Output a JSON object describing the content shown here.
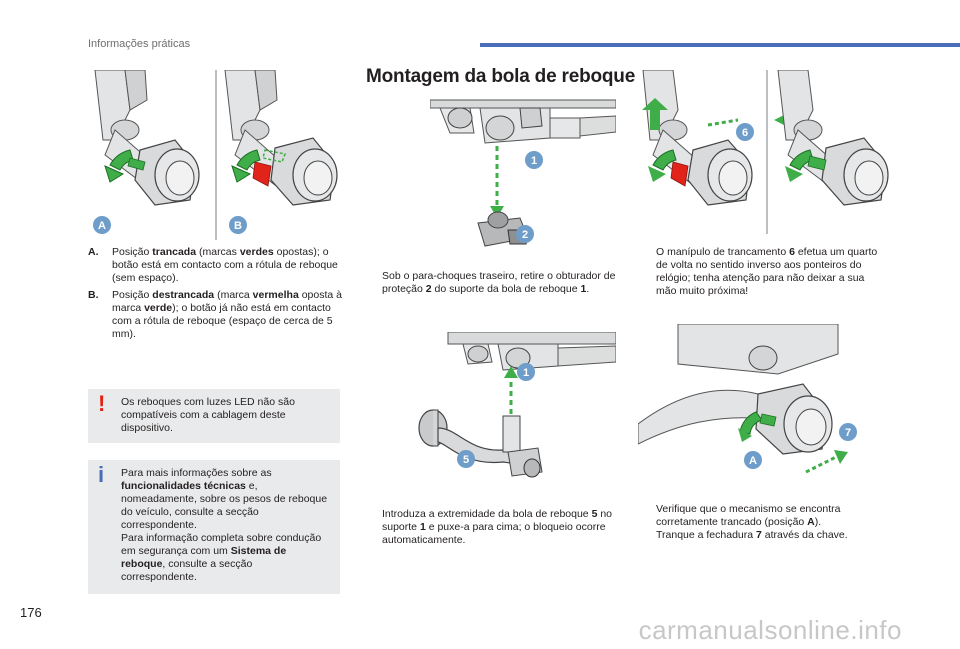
{
  "header": {
    "title": "Informações práticas"
  },
  "page_number": "176",
  "watermark": "carmanualsonline.info",
  "section_title": "Montagem da bola de reboque",
  "figures": {
    "fig_left": {
      "labels": [
        "A",
        "B"
      ]
    },
    "fig_mid_top": {
      "labels": [
        "1",
        "2"
      ]
    },
    "fig_mid_bottom": {
      "labels": [
        "1",
        "5"
      ]
    },
    "fig_right_top": {
      "labels": [
        "6"
      ]
    },
    "fig_right_bottom": {
      "labels": [
        "7",
        "A"
      ]
    }
  },
  "legend": {
    "a": {
      "key": "A.",
      "p1": "Posição ",
      "b1": "trancada",
      "p2": " (marcas ",
      "b2": "verdes",
      "p3": " opostas); o botão está em contacto com a rótula de reboque (sem espaço)."
    },
    "b": {
      "key": "B.",
      "p1": "Posição ",
      "b1": "destrancada",
      "p2": " (marca ",
      "b2": "vermelha",
      "p3": " oposta à marca ",
      "b3": "verde",
      "p4": "); o botão já não está em contacto com a rótula de reboque (espaço de cerca de 5 mm)."
    }
  },
  "warning_note": {
    "icon": "!",
    "text": "Os reboques com luzes LED não são compatíveis com a cablagem deste dispositivo."
  },
  "info_note": {
    "icon": "i",
    "p1": "Para mais informações sobre as ",
    "b1": "funcionalidades técnicas",
    "p2": " e, nomeadamente, sobre os pesos de reboque do veículo, consulte a secção correspondente.",
    "p3": "Para informação completa sobre condução em segurança com um ",
    "b2": "Sistema de reboque",
    "p4": ", consulte a secção correspondente."
  },
  "steps": {
    "bullet": "",
    "s1": {
      "p1": "Sob o para-choques traseiro, retire o obturador de proteção ",
      "b1": "2",
      "p2": " do suporte da bola de reboque ",
      "b2": "1",
      "p3": "."
    },
    "s2": {
      "p1": "Introduza a extremidade da bola de reboque ",
      "b1": "5",
      "p2": " no suporte ",
      "b2": "1",
      "p3": " e puxe-a para cima; o bloqueio ocorre automaticamente."
    },
    "s3": {
      "p1": "O manípulo de trancamento ",
      "b1": "6",
      "p2": " efetua um quarto de volta no sentido inverso aos ponteiros do relógio; tenha atenção para não deixar a sua mão muito próxima!"
    },
    "s4": {
      "p1": "Verifique que o mecanismo se encontra corretamente trancado (posição ",
      "b1": "A",
      "p2": ")."
    },
    "s5": {
      "p1": "Tranque a fechadura ",
      "b1": "7",
      "p2": " através da chave."
    }
  },
  "colors": {
    "accent_blue": "#4b6db7",
    "badge_blue": "#6f9dc9",
    "green": "#3fae49",
    "red": "#e2231a",
    "note_bg": "#e9eaeb"
  }
}
